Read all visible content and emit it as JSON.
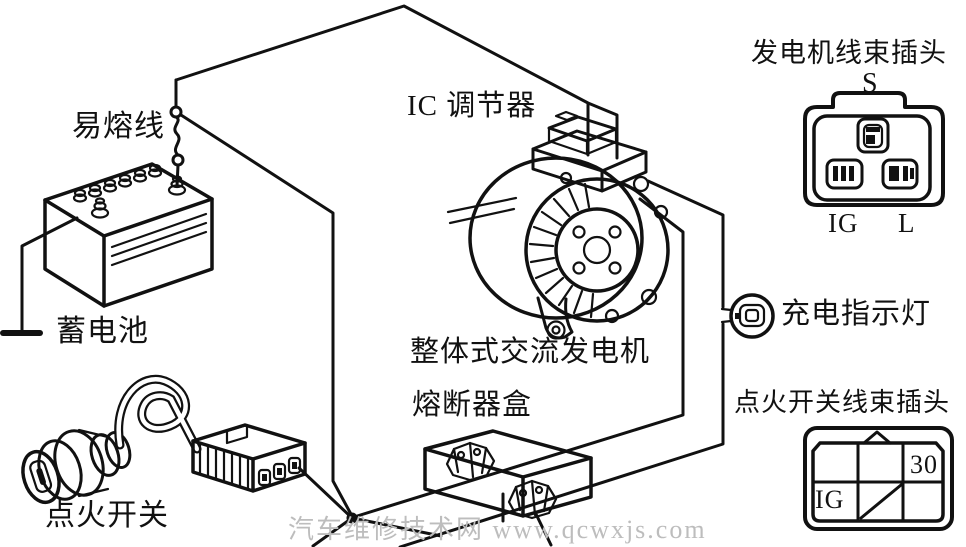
{
  "diagram": {
    "labels": {
      "fusible_link": "易熔线",
      "battery": "蓄电池",
      "ic_regulator": "IC 调节器",
      "alternator": "整体式交流发电机",
      "fuse_box": "熔断器盒",
      "ignition_switch": "点火开关",
      "generator_connector_title": "发电机线束插头",
      "charge_indicator": "充电指示灯",
      "ignition_connector_title": "点火开关线束插头"
    },
    "generator_connector": {
      "pin_top": "S",
      "pin_bottom_left": "IG",
      "pin_bottom_right": "L"
    },
    "ignition_connector": {
      "cell_top_right": "30",
      "cell_bottom_left": "IG"
    },
    "watermark": "汽车维修技术网 www.qcwxjs.com",
    "colors": {
      "line": "#111111",
      "background": "#ffffff",
      "watermark": "#bdbdbd"
    }
  }
}
